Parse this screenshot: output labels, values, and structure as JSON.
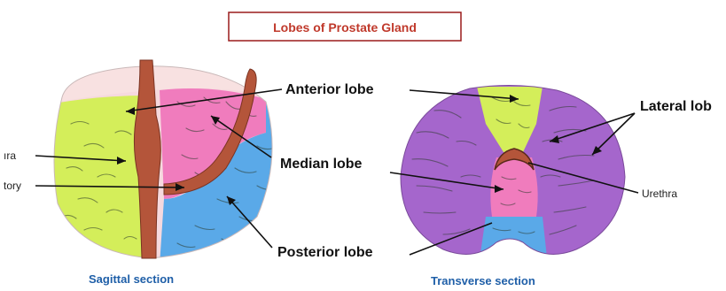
{
  "title": "Lobes of Prostate Gland",
  "labels": {
    "anterior_lobe": "Anterior lobe",
    "median_lobe": "Median lobe",
    "posterior_lobe": "Posterior lobe",
    "lateral_lobe_truncated": "Lateral lob",
    "urethra_truncated": "ıra",
    "ejaculatory_truncated": "tory",
    "urethra": "Urethra"
  },
  "captions": {
    "sagittal": "Sagittal section",
    "transverse": "Transverse section"
  },
  "colors": {
    "title_red": "#c0392b",
    "caption_blue": "#1f5fa8",
    "anterior_yellow_green": "#d4ee5a",
    "lateral_purple": "#a566cc",
    "median_pink": "#f07cbd",
    "posterior_blue": "#5aa9e8",
    "urethra_brown": "#b4553a"
  }
}
